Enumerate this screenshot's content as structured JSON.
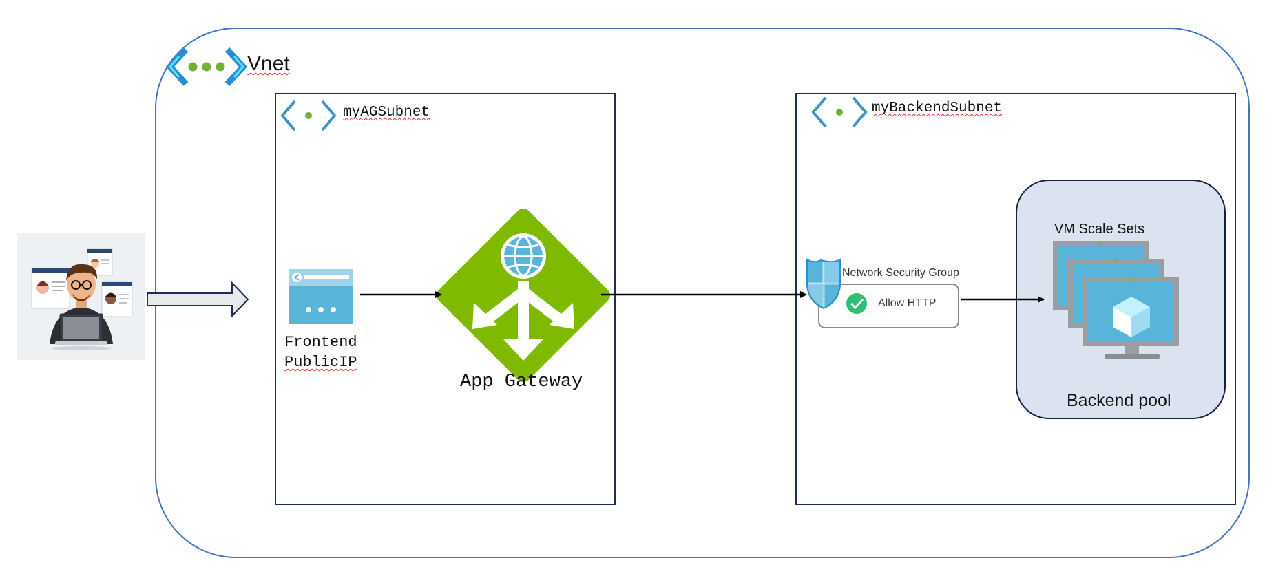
{
  "vnet": {
    "label": "Vnet",
    "icon": "vnet-icon"
  },
  "ag_subnet": {
    "label": "myAGSubnet",
    "icon": "subnet-icon"
  },
  "backend_subnet": {
    "label": "myBackendSubnet",
    "icon": "subnet-icon"
  },
  "frontend": {
    "label_line1": "Frontend",
    "label_line2": "PublicIP",
    "icon": "public-ip-icon"
  },
  "gateway": {
    "label": "App Gateway",
    "icon": "application-gateway-icon"
  },
  "nsg": {
    "label": "Network Security Group",
    "rule": "Allow HTTP",
    "icon": "shield-icon"
  },
  "pool": {
    "vmss_label": "VM Scale Sets",
    "label": "Backend pool",
    "icon": "vm-scale-set-icon"
  },
  "user": {
    "icon": "user-laptop-icon"
  },
  "colors": {
    "vnet_border": "#4472c4",
    "subnet_border": "#1f2d5a",
    "pool_fill": "#dbe3f1",
    "gateway_green": "#7fba00",
    "azure_blue": "#59b4d9"
  }
}
